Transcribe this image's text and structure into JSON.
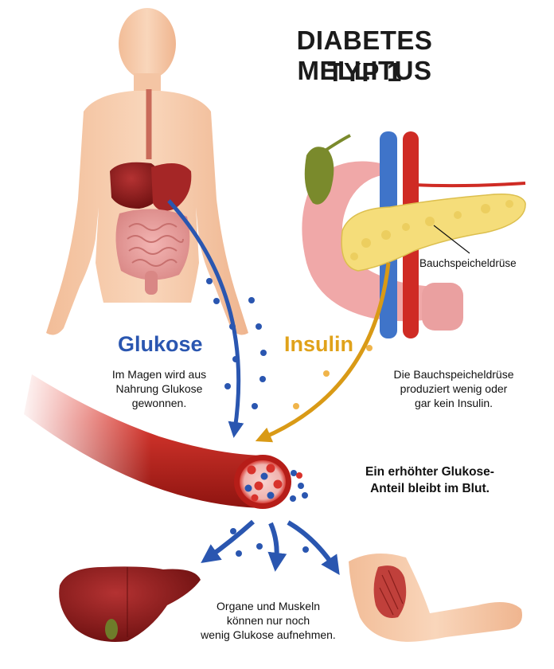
{
  "title": {
    "line1": "DIABETES MELLITUS",
    "line2": "TYP 1"
  },
  "labels": {
    "pancreas": "Bauchspeicheldrüse",
    "glukose": "Glukose",
    "insulin": "Insulin"
  },
  "captions": {
    "stomach": [
      "Im Magen wird aus",
      "Nahrung Glukose",
      "gewonnen."
    ],
    "pancreas": [
      "Die Bauchspeicheldrüse",
      "produziert wenig oder",
      "gar kein Insulin."
    ],
    "blood": [
      "Ein erhöhter Glukose-",
      "Anteil bleibt im Blut."
    ],
    "organs": [
      "Organe und Muskeln",
      "können nur noch",
      "wenig Glukose aufnehmen."
    ]
  },
  "colors": {
    "glucose_blue": "#2a56b0",
    "insulin_gold": "#e0a21a",
    "vessel_red": "#c8201e",
    "skin": "#f4c5a4",
    "liver": "#8e1c1c",
    "pancreas_yellow": "#f5dd7a"
  }
}
